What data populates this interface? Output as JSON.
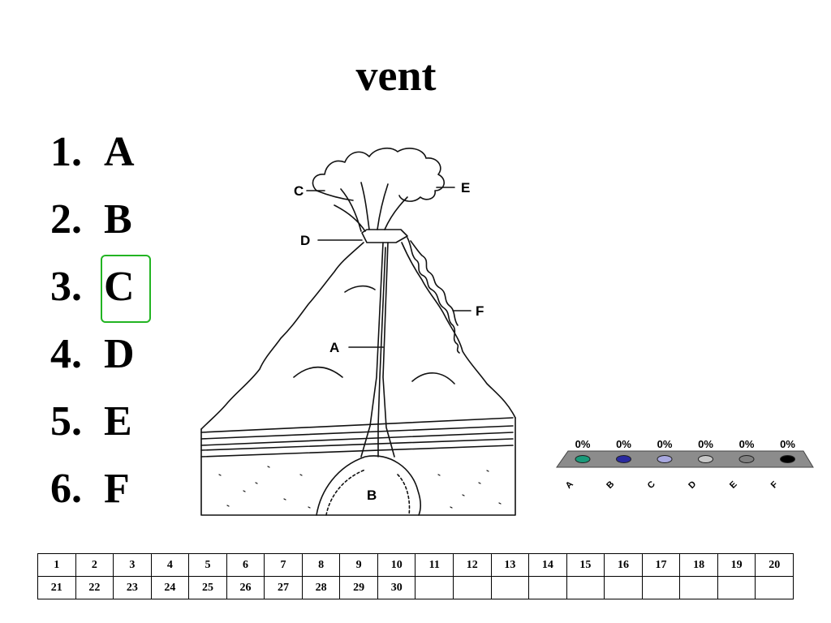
{
  "title": "vent",
  "options": [
    {
      "num": "1.",
      "letter": "A"
    },
    {
      "num": "2.",
      "letter": "B"
    },
    {
      "num": "3.",
      "letter": "C"
    },
    {
      "num": "4.",
      "letter": "D"
    },
    {
      "num": "5.",
      "letter": "E"
    },
    {
      "num": "6.",
      "letter": "F"
    }
  ],
  "selected_option": "C",
  "diagram_labels": {
    "a": "A",
    "b": "B",
    "c": "C",
    "d": "D",
    "e": "E",
    "f": "F"
  },
  "poll": {
    "bars": [
      {
        "percent_label": "0%",
        "label": "A",
        "color": "#1a9a7a"
      },
      {
        "percent_label": "0%",
        "label": "B",
        "color": "#2a2aa0"
      },
      {
        "percent_label": "0%",
        "label": "C",
        "color": "#a8a8e0"
      },
      {
        "percent_label": "0%",
        "label": "D",
        "color": "#c8c8c8"
      },
      {
        "percent_label": "0%",
        "label": "E",
        "color": "#808080"
      },
      {
        "percent_label": "0%",
        "label": "F",
        "color": "#000000"
      }
    ],
    "platform_color": "#8c8c8c"
  },
  "grid": {
    "rows": [
      [
        "1",
        "2",
        "3",
        "4",
        "5",
        "6",
        "7",
        "8",
        "9",
        "10",
        "11",
        "12",
        "13",
        "14",
        "15",
        "16",
        "17",
        "18",
        "19",
        "20"
      ],
      [
        "21",
        "22",
        "23",
        "24",
        "25",
        "26",
        "27",
        "28",
        "29",
        "30",
        "",
        "",
        "",
        "",
        "",
        "",
        "",
        "",
        "",
        ""
      ]
    ]
  }
}
